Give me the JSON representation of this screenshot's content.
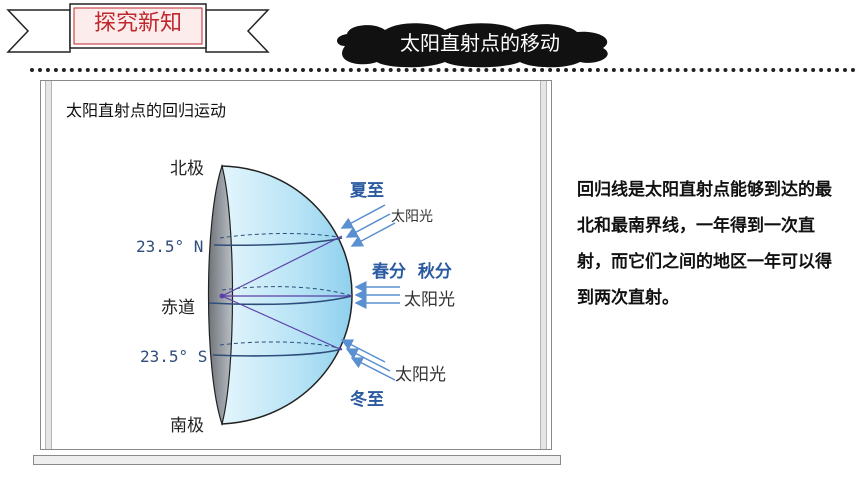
{
  "header": {
    "badge_label": "探究新知",
    "title": "太阳直射点的移动"
  },
  "diagram": {
    "heading": "太阳直射点的回归运动",
    "labels": {
      "north_pole": "北极",
      "south_pole": "南极",
      "equator": "赤道",
      "tropic_north": "23.5° N",
      "tropic_south": "23.5° S",
      "summer_solstice": "夏至",
      "equinoxes": "春分  秋分",
      "winter_solstice": "冬至",
      "sunlight_top": "太阳光",
      "sunlight_middle": "太阳光",
      "sunlight_bottom": "太阳光"
    }
  },
  "explanation": "回归线是太阳直射点能够到达的最北和最南界线，一年得到一次直射，而它们之间的地区一年可以得到两次直射。",
  "colors": {
    "badge_text": "#c0272d",
    "globe_fill": "#a9dcf2",
    "latitude_line": "#2f4d7a",
    "sunray": "#5a8fd0",
    "season_text": "#2a5aa0"
  }
}
